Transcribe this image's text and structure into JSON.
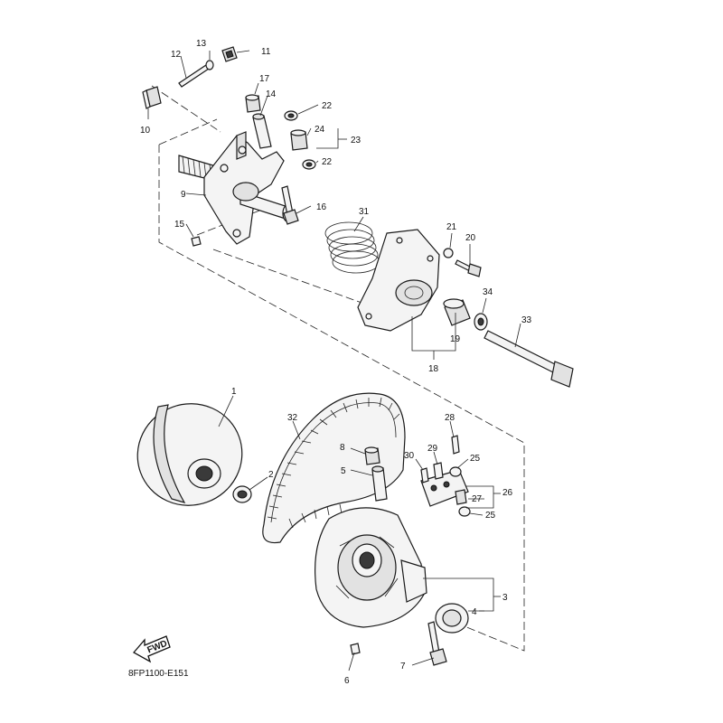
{
  "diagram_code": "8FP1100-E151",
  "fwd_label": "FWD",
  "callouts": {
    "c1": "1",
    "c2": "2",
    "c3": "3",
    "c4": "4",
    "c5": "5",
    "c6": "6",
    "c7": "7",
    "c8": "8",
    "c9": "9",
    "c10": "10",
    "c11": "11",
    "c12": "12",
    "c13": "13",
    "c14": "14",
    "c15": "15",
    "c16": "16",
    "c17": "17",
    "c18": "18",
    "c19": "19",
    "c20": "20",
    "c21": "21",
    "c22a": "22",
    "c22b": "22",
    "c23": "23",
    "c24": "24",
    "c25a": "25",
    "c25b": "25",
    "c26": "26",
    "c27": "27",
    "c28": "28",
    "c29": "29",
    "c30": "30",
    "c31": "31",
    "c32": "32",
    "c33": "33",
    "c34": "34"
  }
}
